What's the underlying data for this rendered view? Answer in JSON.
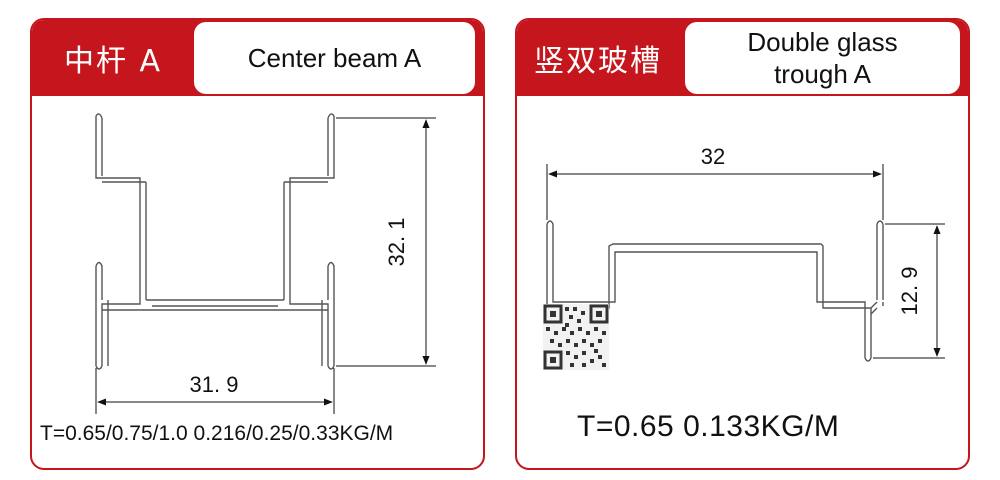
{
  "items": [
    {
      "code": "中杆 A",
      "name_lines": [
        "Center beam A"
      ],
      "width_dim": "31. 9",
      "height_dim": "32. 1",
      "spec": "T=0.65/0.75/1.0   0.216/0.25/0.33KG/M"
    },
    {
      "code": "竖双玻槽",
      "name_lines": [
        "Double glass",
        "trough A"
      ],
      "width_dim": "32",
      "height_dim": "12. 9",
      "spec": "T=0.65   0.133KG/M"
    }
  ],
  "colors": {
    "brand_red": "#c4161c",
    "profile_stroke": "#555555"
  }
}
